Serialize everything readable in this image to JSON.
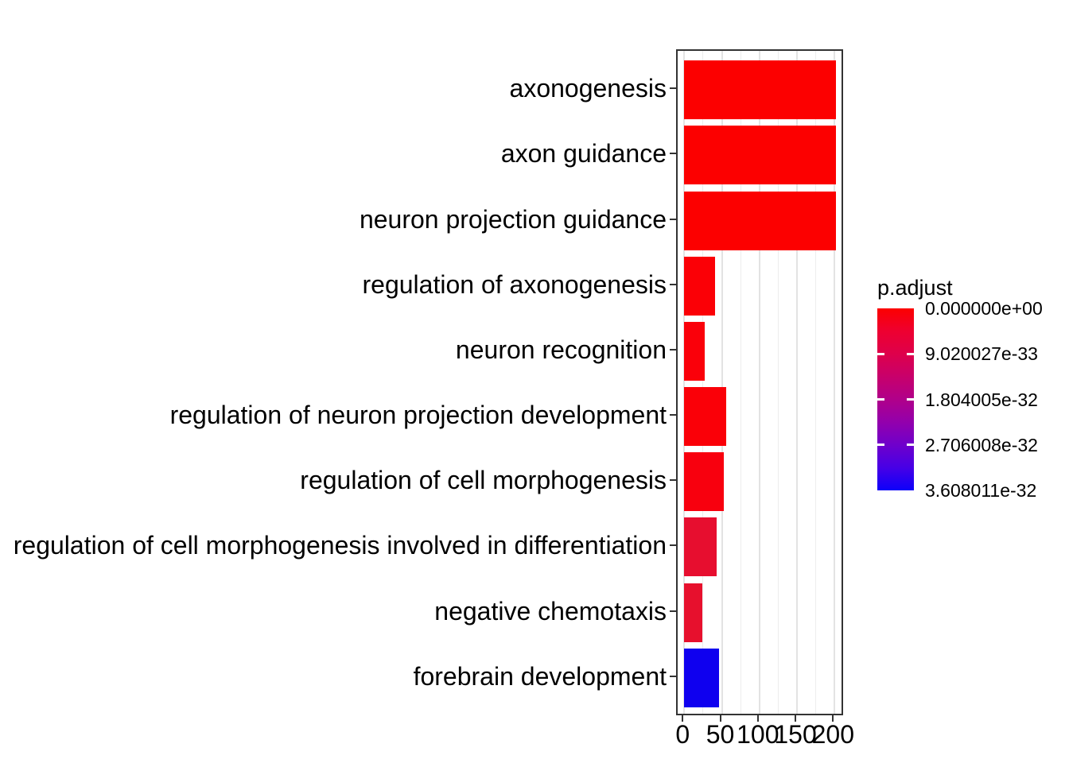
{
  "chart_data": {
    "type": "bar",
    "orientation": "horizontal",
    "title": "",
    "xlabel": "",
    "ylabel": "",
    "categories": [
      "axonogenesis",
      "axon guidance",
      "neuron projection guidance",
      "regulation of axonogenesis",
      "neuron recognition",
      "regulation of neuron projection development",
      "regulation of cell morphogenesis",
      "regulation of cell morphogenesis involved in differentiation",
      "negative chemotaxis",
      "forebrain development"
    ],
    "values": [
      202,
      202,
      202,
      41,
      27,
      56,
      53,
      43,
      24,
      46
    ],
    "bar_colors": [
      "#fc0000",
      "#fc0000",
      "#fc0000",
      "#fb0006",
      "#fa000a",
      "#fa0008",
      "#f8000e",
      "#e70e2f",
      "#e7102d",
      "#0f00ef"
    ],
    "x_ticks": [
      0,
      50,
      100,
      150,
      200
    ],
    "x_tick_labels": [
      "0",
      "50",
      "100",
      "150",
      "200"
    ],
    "x_minor_ticks": [
      25,
      75,
      125,
      175
    ],
    "xlim": [
      -9,
      214
    ],
    "grid": "vertical major and minor, light gray on white panel, black panel border",
    "legend_position": "right",
    "legend": {
      "title": "p.adjust",
      "tick_labels": [
        "0.000000e+00",
        "9.020027e-33",
        "1.804005e-32",
        "2.706008e-32",
        "3.608011e-32"
      ],
      "top_color": "#fc0000",
      "bottom_color": "#0d00fa",
      "scale_note": "continuous colourbar, red = low p.adjust (0), blue = high p.adjust (3.608011e-32)"
    }
  },
  "colors": {
    "background": "#ffffff",
    "panel_border": "#333333",
    "grid_major": "#e3e3e3",
    "grid_minor": "#ededed",
    "axis_text": "#000000",
    "tick_mark": "#333333"
  }
}
